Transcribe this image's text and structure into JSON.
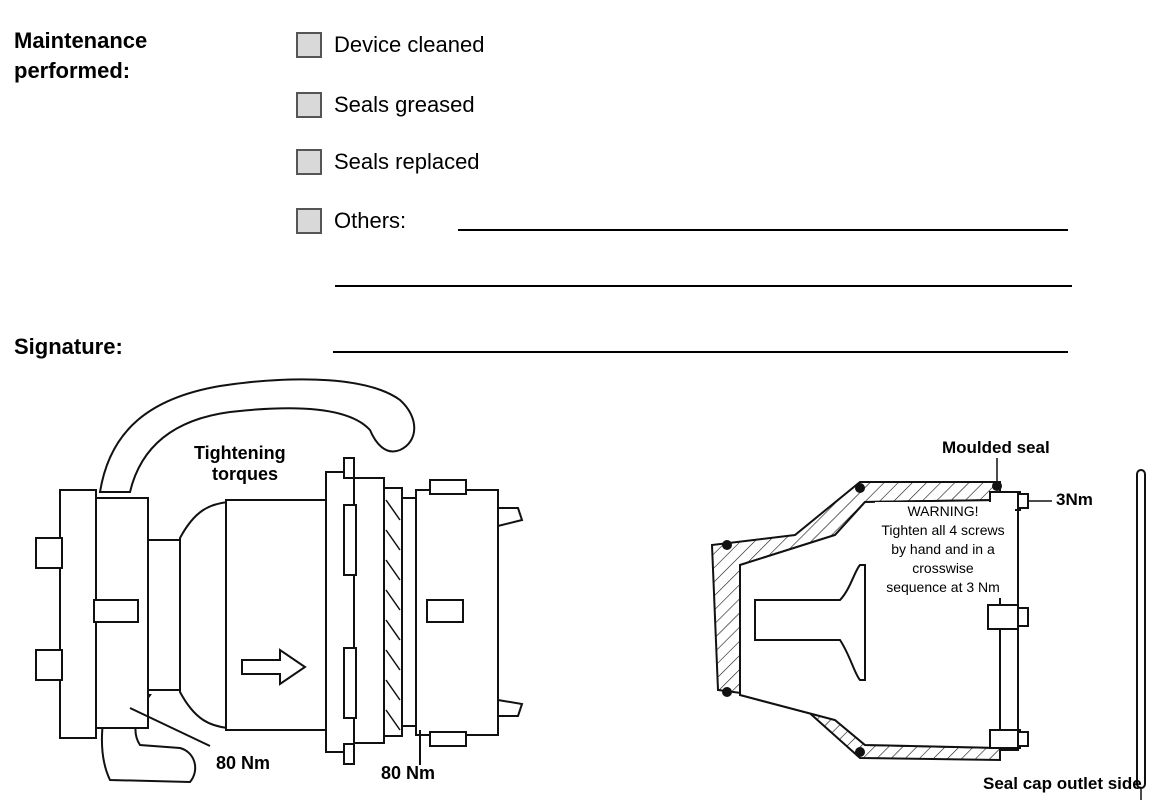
{
  "form": {
    "maintenance_label_line1": "Maintenance",
    "maintenance_label_line2": "performed:",
    "options": [
      {
        "label": "Device cleaned",
        "checked": false
      },
      {
        "label": "Seals greased",
        "checked": false
      },
      {
        "label": "Seals replaced",
        "checked": false
      },
      {
        "label": "Others:",
        "checked": false
      }
    ],
    "signature_label": "Signature:"
  },
  "diagram_left": {
    "title_line1": "Tightening",
    "title_line2": "torques",
    "torque_left": "80 Nm",
    "torque_right": "80 Nm"
  },
  "diagram_right": {
    "moulded_seal": "Moulded seal",
    "screw_torque": "3Nm",
    "warning_lines": [
      "WARNING!",
      "Tighten all 4 screws",
      "by hand and in a",
      "crosswise",
      "sequence at 3 Nm"
    ],
    "seal_cap": "Seal cap outlet side"
  }
}
